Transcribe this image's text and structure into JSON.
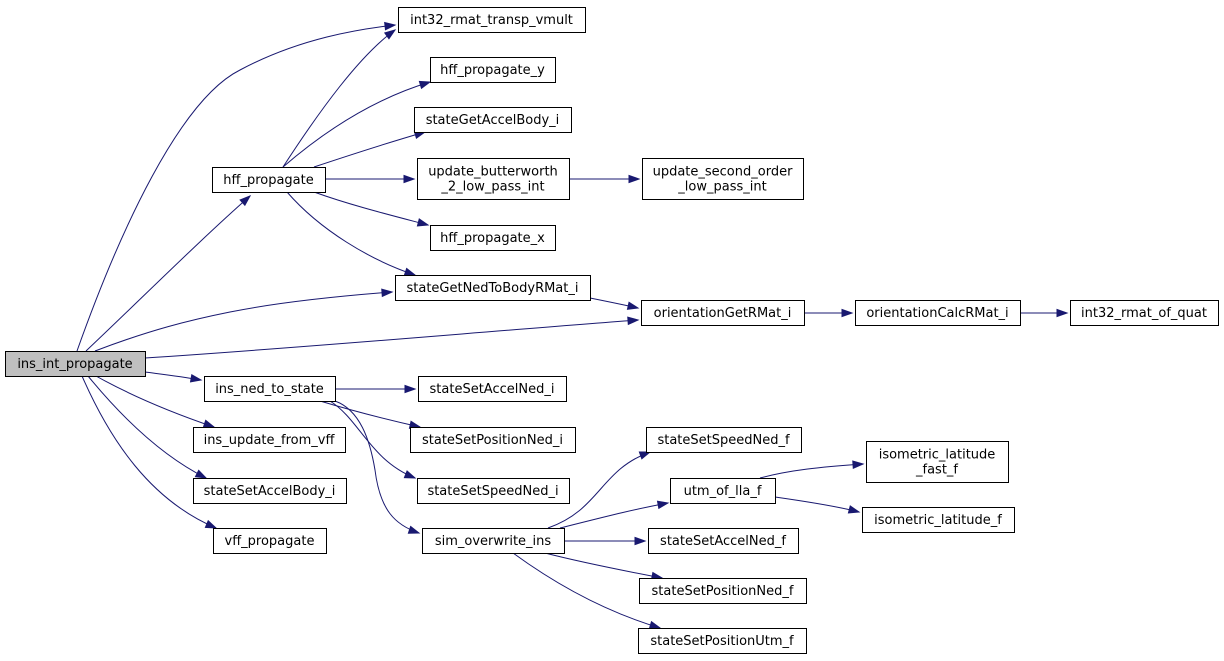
{
  "diagram": {
    "colors": {
      "edge": "#191970",
      "root_fill": "#bfbfbf",
      "node_fill": "#ffffff",
      "border": "#000000"
    },
    "nodes": [
      {
        "id": "ins_int_propagate",
        "lines": [
          "ins_int_propagate"
        ],
        "root": true
      },
      {
        "id": "int32_rmat_transp_vmult",
        "lines": [
          "int32_rmat_transp_vmult"
        ]
      },
      {
        "id": "hff_propagate_y",
        "lines": [
          "hff_propagate_y"
        ]
      },
      {
        "id": "stateGetAccelBody_i",
        "lines": [
          "stateGetAccelBody_i"
        ]
      },
      {
        "id": "hff_propagate",
        "lines": [
          "hff_propagate"
        ]
      },
      {
        "id": "update_butterworth_2_low_pass_int",
        "lines": [
          "update_butterworth",
          "_2_low_pass_int"
        ]
      },
      {
        "id": "update_second_order_low_pass_int",
        "lines": [
          "update_second_order",
          "_low_pass_int"
        ]
      },
      {
        "id": "hff_propagate_x",
        "lines": [
          "hff_propagate_x"
        ]
      },
      {
        "id": "stateGetNedToBodyRMat_i",
        "lines": [
          "stateGetNedToBodyRMat_i"
        ]
      },
      {
        "id": "orientationGetRMat_i",
        "lines": [
          "orientationGetRMat_i"
        ]
      },
      {
        "id": "orientationCalcRMat_i",
        "lines": [
          "orientationCalcRMat_i"
        ]
      },
      {
        "id": "int32_rmat_of_quat",
        "lines": [
          "int32_rmat_of_quat"
        ]
      },
      {
        "id": "ins_ned_to_state",
        "lines": [
          "ins_ned_to_state"
        ]
      },
      {
        "id": "stateSetAccelNed_i",
        "lines": [
          "stateSetAccelNed_i"
        ]
      },
      {
        "id": "ins_update_from_vff",
        "lines": [
          "ins_update_from_vff"
        ]
      },
      {
        "id": "stateSetPositionNed_i",
        "lines": [
          "stateSetPositionNed_i"
        ]
      },
      {
        "id": "stateSetSpeedNed_f",
        "lines": [
          "stateSetSpeedNed_f"
        ]
      },
      {
        "id": "isometric_latitude_fast_f",
        "lines": [
          "isometric_latitude",
          "_fast_f"
        ]
      },
      {
        "id": "stateSetAccelBody_i",
        "lines": [
          "stateSetAccelBody_i"
        ]
      },
      {
        "id": "stateSetSpeedNed_i",
        "lines": [
          "stateSetSpeedNed_i"
        ]
      },
      {
        "id": "utm_of_lla_f",
        "lines": [
          "utm_of_lla_f"
        ]
      },
      {
        "id": "isometric_latitude_f",
        "lines": [
          "isometric_latitude_f"
        ]
      },
      {
        "id": "vff_propagate",
        "lines": [
          "vff_propagate"
        ]
      },
      {
        "id": "sim_overwrite_ins",
        "lines": [
          "sim_overwrite_ins"
        ]
      },
      {
        "id": "stateSetAccelNed_f",
        "lines": [
          "stateSetAccelNed_f"
        ]
      },
      {
        "id": "stateSetPositionNed_f",
        "lines": [
          "stateSetPositionNed_f"
        ]
      },
      {
        "id": "stateSetPositionUtm_f",
        "lines": [
          "stateSetPositionUtm_f"
        ]
      }
    ],
    "edges": [
      {
        "from": "ins_int_propagate",
        "to": "int32_rmat_transp_vmult"
      },
      {
        "from": "ins_int_propagate",
        "to": "hff_propagate"
      },
      {
        "from": "ins_int_propagate",
        "to": "stateGetNedToBodyRMat_i"
      },
      {
        "from": "ins_int_propagate",
        "to": "orientationGetRMat_i"
      },
      {
        "from": "ins_int_propagate",
        "to": "ins_ned_to_state"
      },
      {
        "from": "ins_int_propagate",
        "to": "ins_update_from_vff"
      },
      {
        "from": "ins_int_propagate",
        "to": "stateSetAccelBody_i"
      },
      {
        "from": "ins_int_propagate",
        "to": "vff_propagate"
      },
      {
        "from": "hff_propagate",
        "to": "int32_rmat_transp_vmult"
      },
      {
        "from": "hff_propagate",
        "to": "hff_propagate_y"
      },
      {
        "from": "hff_propagate",
        "to": "stateGetAccelBody_i"
      },
      {
        "from": "hff_propagate",
        "to": "update_butterworth_2_low_pass_int"
      },
      {
        "from": "hff_propagate",
        "to": "hff_propagate_x"
      },
      {
        "from": "hff_propagate",
        "to": "stateGetNedToBodyRMat_i"
      },
      {
        "from": "update_butterworth_2_low_pass_int",
        "to": "update_second_order_low_pass_int"
      },
      {
        "from": "stateGetNedToBodyRMat_i",
        "to": "orientationGetRMat_i"
      },
      {
        "from": "orientationGetRMat_i",
        "to": "orientationCalcRMat_i"
      },
      {
        "from": "orientationCalcRMat_i",
        "to": "int32_rmat_of_quat"
      },
      {
        "from": "ins_ned_to_state",
        "to": "stateSetAccelNed_i"
      },
      {
        "from": "ins_ned_to_state",
        "to": "stateSetPositionNed_i"
      },
      {
        "from": "ins_ned_to_state",
        "to": "stateSetSpeedNed_i"
      },
      {
        "from": "ins_ned_to_state",
        "to": "sim_overwrite_ins"
      },
      {
        "from": "sim_overwrite_ins",
        "to": "stateSetSpeedNed_f"
      },
      {
        "from": "sim_overwrite_ins",
        "to": "utm_of_lla_f"
      },
      {
        "from": "sim_overwrite_ins",
        "to": "stateSetAccelNed_f"
      },
      {
        "from": "sim_overwrite_ins",
        "to": "stateSetPositionNed_f"
      },
      {
        "from": "sim_overwrite_ins",
        "to": "stateSetPositionUtm_f"
      },
      {
        "from": "utm_of_lla_f",
        "to": "isometric_latitude_fast_f"
      },
      {
        "from": "utm_of_lla_f",
        "to": "isometric_latitude_f"
      }
    ]
  }
}
